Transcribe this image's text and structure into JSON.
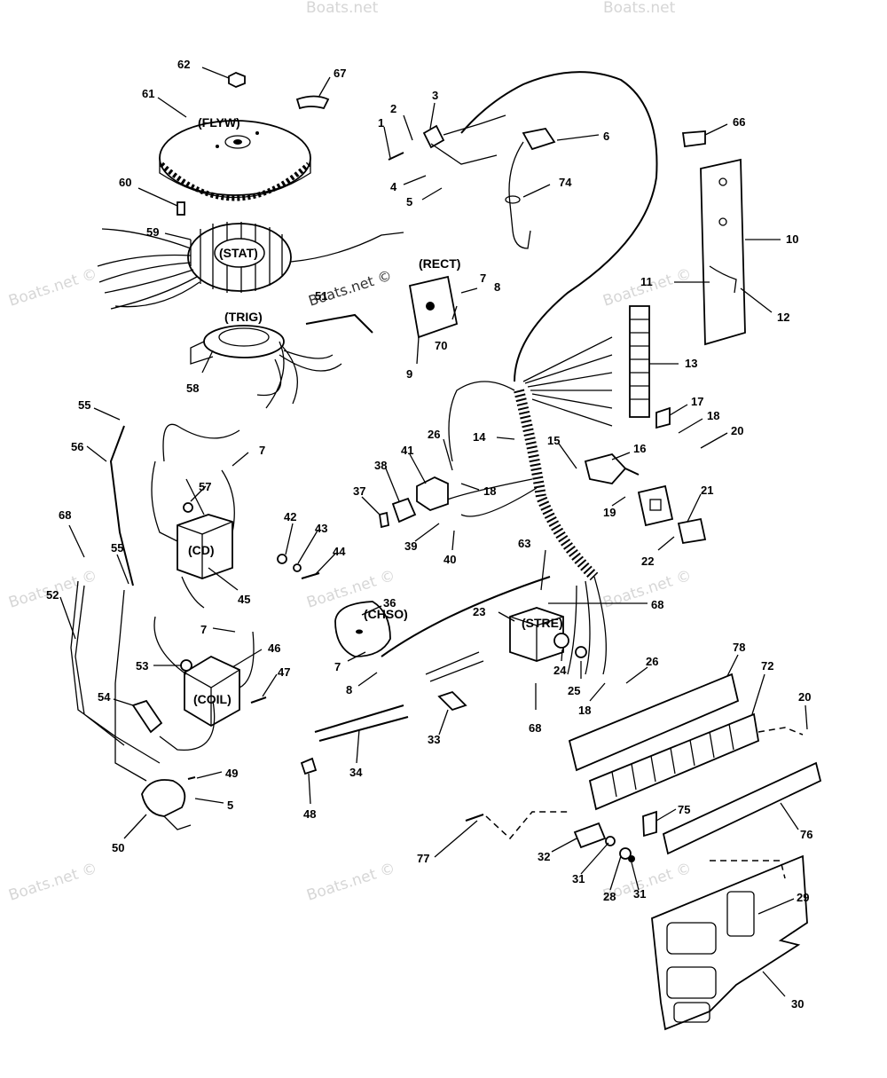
{
  "watermark": "Boats.net ©",
  "watermark_header": "Boats.net",
  "component_tags": {
    "flyw": "(FLYW)",
    "stat": "(STAT)",
    "trig": "(TRIG)",
    "rect": "(RECT)",
    "cd": "(CD)",
    "coil": "(COIL)",
    "chso": "(CHSO)",
    "stre": "(STRE)"
  },
  "part_numbers": {
    "n62": "62",
    "n67": "67",
    "n61": "61",
    "n60": "60",
    "n59": "59",
    "n58": "58",
    "n51": "51",
    "n1": "1",
    "n2": "2",
    "n3": "3",
    "n4": "4",
    "n5a": "5",
    "n6": "6",
    "n74": "74",
    "n66": "66",
    "n10": "10",
    "n11": "11",
    "n12": "12",
    "n7a": "7",
    "n8a": "8",
    "n9": "9",
    "n70": "70",
    "n13": "13",
    "n14": "14",
    "n15": "15",
    "n16": "16",
    "n17": "17",
    "n18a": "18",
    "n20a": "20",
    "n19": "19",
    "n21": "21",
    "n22": "22",
    "n26a": "26",
    "n18b": "18",
    "n41": "41",
    "n38": "38",
    "n37": "37",
    "n39": "39",
    "n40": "40",
    "n55a": "55",
    "n56": "56",
    "n7b": "7",
    "n57": "57",
    "n42": "42",
    "n43": "43",
    "n44": "44",
    "n45": "45",
    "n68a": "68",
    "n55b": "55",
    "n52": "52",
    "n7c": "7",
    "n46": "46",
    "n53": "53",
    "n47": "47",
    "n54": "54",
    "n49": "49",
    "n5b": "5",
    "n50": "50",
    "n36": "36",
    "n7d": "7",
    "n8b": "8",
    "n63": "63",
    "n68b": "68",
    "n23": "23",
    "n24": "24",
    "n25": "25",
    "n26b": "26",
    "n18c": "18",
    "n68c": "68",
    "n33": "33",
    "n34": "34",
    "n48": "48",
    "n78": "78",
    "n72": "72",
    "n20b": "20",
    "n75": "75",
    "n76": "76",
    "n77": "77",
    "n32": "32",
    "n31a": "31",
    "n28": "28",
    "n31b": "31",
    "n29": "29",
    "n30": "30"
  }
}
